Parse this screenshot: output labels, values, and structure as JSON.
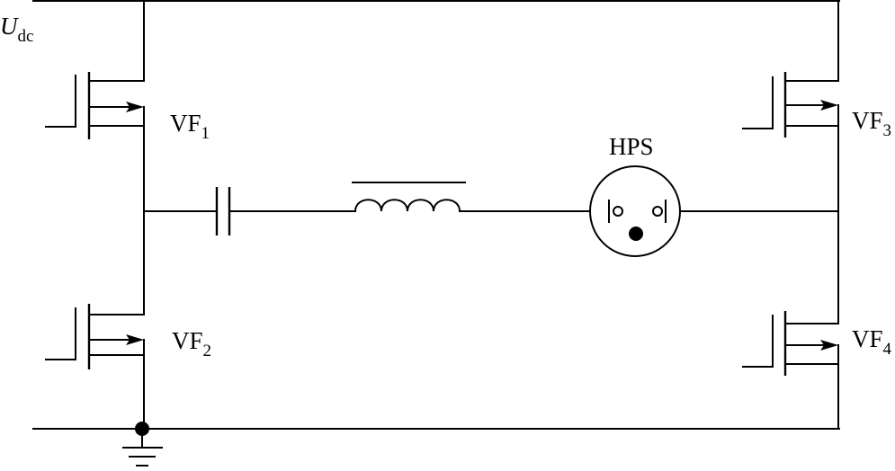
{
  "labels": {
    "supply": {
      "main": "U",
      "sub": "dc"
    },
    "vf1": {
      "main": "VF",
      "sub": "1"
    },
    "vf2": {
      "main": "VF",
      "sub": "2"
    },
    "vf3": {
      "main": "VF",
      "sub": "3"
    },
    "vf4": {
      "main": "VF",
      "sub": "4"
    },
    "lamp": "HPS"
  }
}
